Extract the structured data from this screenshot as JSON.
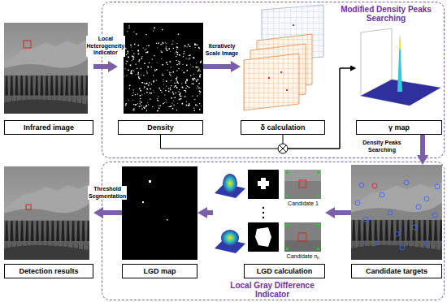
{
  "diagram": {
    "nodes": [
      {
        "text": [
          "Modified Density Peaks Searching"
        ]
      },
      {
        "text": [
          "Local Gray Difference Indicator"
        ]
      },
      {
        "text": [
          "Infrared image"
        ]
      },
      {
        "text": [
          "Density"
        ],
        "in": 0
      },
      {
        "text": [
          "δ calculation"
        ],
        "in": 0
      },
      {
        "text": [
          "γ map"
        ],
        "in": 0
      },
      {
        "text": [
          "Candidate targets"
        ],
        "in": 1
      },
      {
        "text": [
          "LGD calculation"
        ],
        "in": 1
      },
      {
        "text": [
          "LGD map"
        ],
        "in": 1
      },
      {
        "text": [
          "Detection results"
        ]
      }
    ],
    "edges": [
      {
        "from": 2,
        "to": 3,
        "arrow": "to",
        "label": "Local Heterogeneity Indicator"
      },
      {
        "from": 3,
        "to": 4,
        "arrow": "to",
        "label": "Iteratively Scale Image"
      },
      {
        "from": 3,
        "to": 5,
        "arrow": "to"
      },
      {
        "from": 4,
        "to": 5,
        "arrow": "to"
      },
      {
        "from": 5,
        "to": 6,
        "arrow": "to",
        "label": "Density Peaks Searching"
      },
      {
        "from": 6,
        "to": 7,
        "arrow": "to"
      },
      {
        "from": 7,
        "to": 8,
        "arrow": "to"
      },
      {
        "from": 8,
        "to": 9,
        "arrow": "to",
        "label": "Threshold Segmentation"
      }
    ],
    "labels": [
      "Candidate 1",
      "Candidate nₚ"
    ]
  }
}
